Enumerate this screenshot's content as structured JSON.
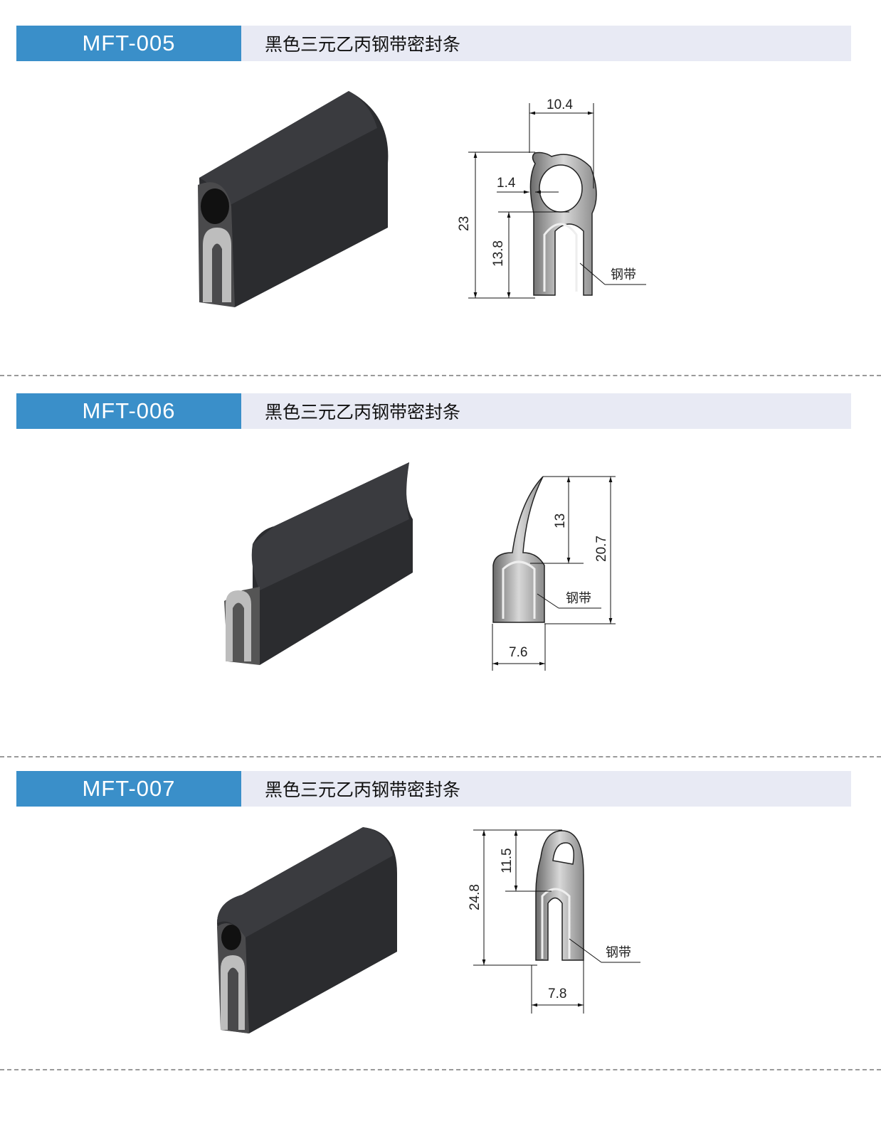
{
  "products": [
    {
      "code": "MFT-005",
      "name": "黑色三元乙丙钢带密封条",
      "dims": {
        "width": "10.4",
        "height": "23",
        "wall": "1.4",
        "clip_height": "13.8"
      },
      "label": "钢带"
    },
    {
      "code": "MFT-006",
      "name": "黑色三元乙丙钢带密封条",
      "dims": {
        "lip_height": "13",
        "height": "20.7",
        "width": "7.6"
      },
      "label": "钢带"
    },
    {
      "code": "MFT-007",
      "name": "黑色三元乙丙钢带密封条",
      "dims": {
        "bulb_height": "11.5",
        "height": "24.8",
        "width": "7.8"
      },
      "label": "钢带"
    }
  ]
}
